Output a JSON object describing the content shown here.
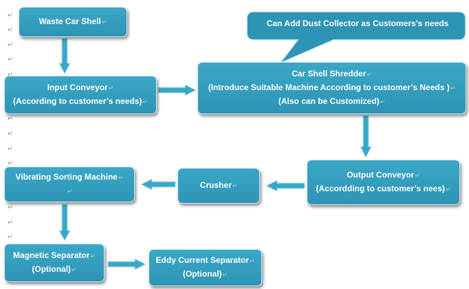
{
  "diagram": {
    "nodes": [
      {
        "id": "waste_car_shell",
        "lines": [
          "Waste Car Shell"
        ]
      },
      {
        "id": "input_conveyor",
        "lines": [
          "Input Conveyor",
          "(According to customer’s needs)"
        ]
      },
      {
        "id": "car_shell_shredder",
        "lines": [
          "Car Shell Shredder",
          "(Introduce Suitable Machine According to customer’s Needs )",
          "(Also can be Customized)"
        ]
      },
      {
        "id": "output_conveyor",
        "lines": [
          "Output Conveyor",
          "(Accordding to customer’s nees)"
        ]
      },
      {
        "id": "crusher",
        "lines": [
          "Crusher"
        ]
      },
      {
        "id": "vibrating_sorting_machine",
        "lines": [
          "Vibrating Sorting Machine"
        ]
      },
      {
        "id": "magnetic_separator",
        "lines": [
          "Magnetic Separator",
          "(Optional)"
        ]
      },
      {
        "id": "eddy_current_separator",
        "lines": [
          "Eddy Current Separator",
          "(Optional)"
        ]
      }
    ],
    "callout": {
      "text": "Can Add Dust Collector as Customers’s needs"
    },
    "edges": [
      {
        "from": "waste_car_shell",
        "to": "input_conveyor"
      },
      {
        "from": "input_conveyor",
        "to": "car_shell_shredder"
      },
      {
        "from": "car_shell_shredder",
        "to": "output_conveyor"
      },
      {
        "from": "output_conveyor",
        "to": "crusher"
      },
      {
        "from": "crusher",
        "to": "vibrating_sorting_machine"
      },
      {
        "from": "vibrating_sorting_machine",
        "to": "magnetic_separator"
      },
      {
        "from": "magnetic_separator",
        "to": "eddy_current_separator"
      }
    ],
    "paragraph_mark": "↵",
    "colors": {
      "box": "#2e94b6",
      "box_border": "#d9eef5",
      "arrow_fill": "#39a8c8",
      "arrow_stroke": "#b7e0ec",
      "callout": "#2e94b6"
    }
  }
}
